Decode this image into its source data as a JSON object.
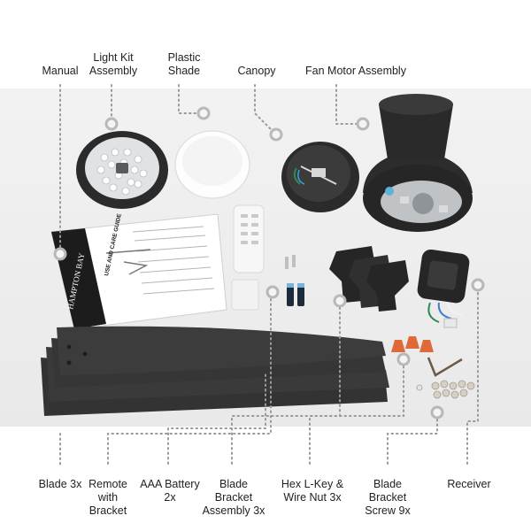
{
  "labels": {
    "manual": "Manual",
    "light_kit": "Light Kit\nAssembly",
    "plastic_shade": "Plastic\nShade",
    "canopy": "Canopy",
    "fan_motor": "Fan Motor Assembly",
    "blade": "Blade 3x",
    "remote": "Remote\nwith\nBracket",
    "battery": "AAA Battery\n2x",
    "blade_bracket": "Blade\nBracket\nAssembly 3x",
    "hex_key": "Hex L-Key &\nWire Nut 3x",
    "bracket_screw": "Blade\nBracket\nScrew 9x",
    "receiver": "Receiver"
  },
  "manual_cover": {
    "brand": "HAMPTON BAY",
    "title": "USE AND CARE GUIDE"
  },
  "colors": {
    "dotted_line": "#9a9a9a",
    "marker_ring": "#b8b8b8",
    "part_dark": "#2b2b2b",
    "blade": "#3a3a3a",
    "wire_nut": "#e0693a"
  }
}
